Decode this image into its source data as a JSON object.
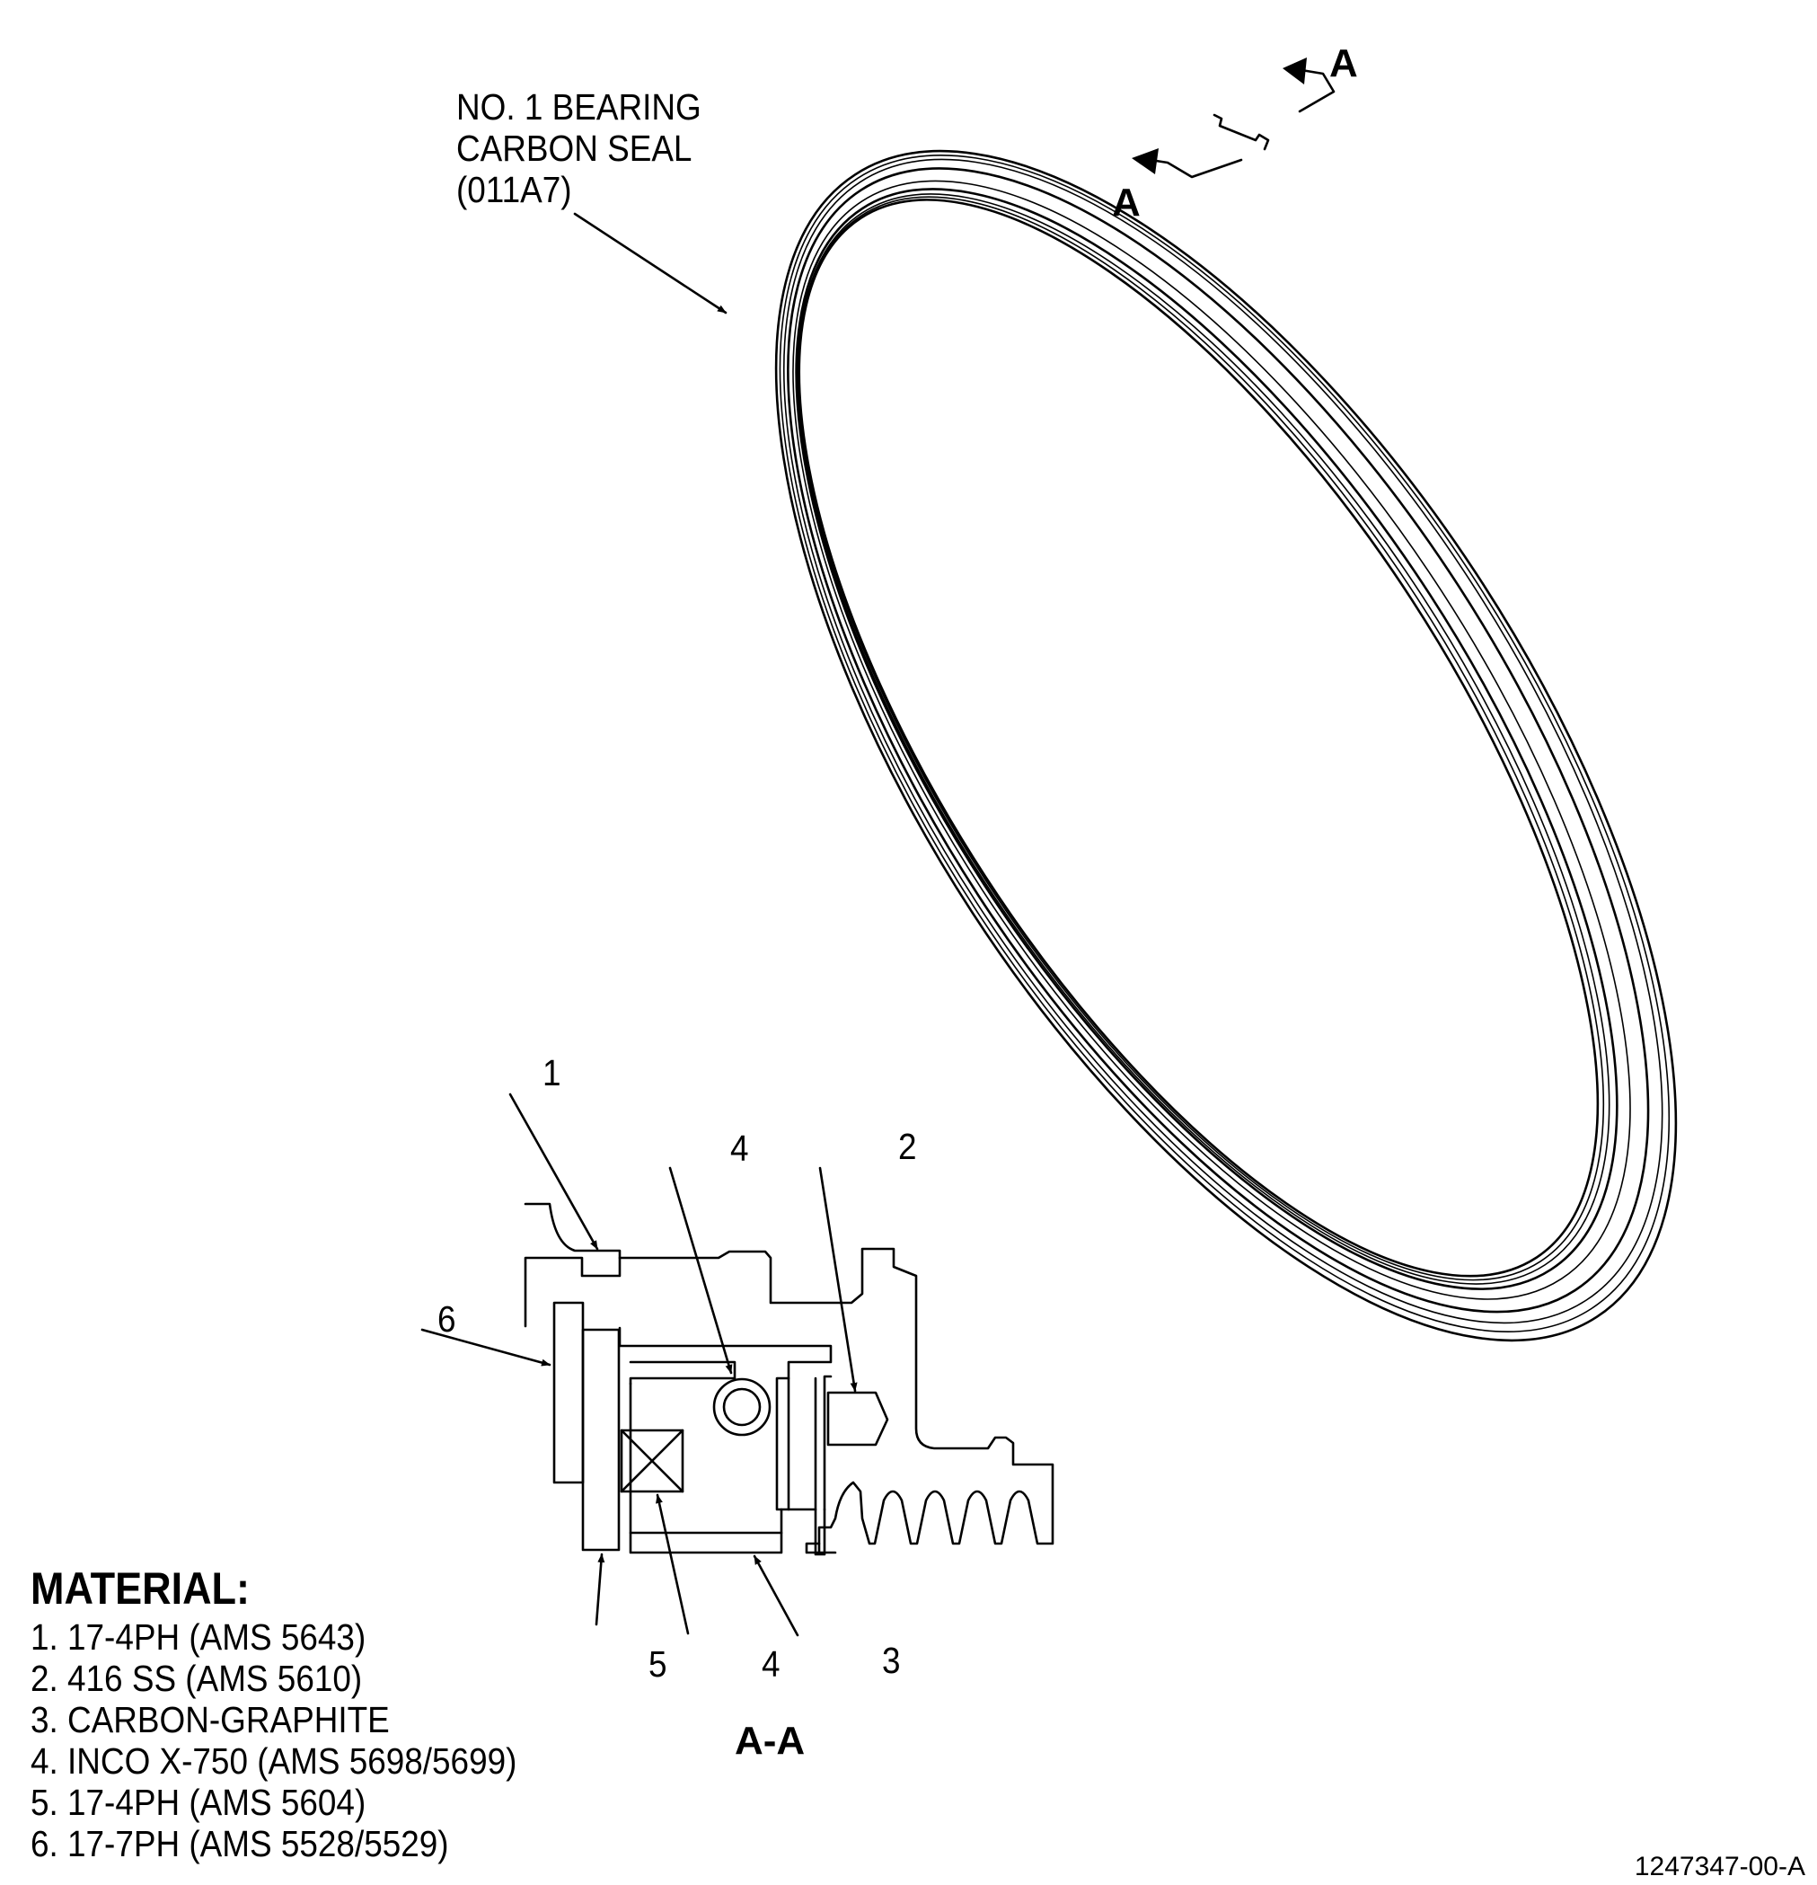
{
  "seal_label": [
    "NO. 1 BEARING",
    "CARBON SEAL",
    "(011A7)"
  ],
  "section_marker": "A",
  "section_title": "A-A",
  "part_callouts": [
    "1",
    "2",
    "3",
    "4",
    "4",
    "5",
    "6"
  ],
  "material": {
    "heading": "MATERIAL:",
    "items": [
      "1. 17-4PH (AMS 5643)",
      "2. 416 SS (AMS 5610)",
      "3. CARBON-GRAPHITE",
      "4. INCO X-750 (AMS 5698/5699)",
      "5. 17-4PH (AMS 5604)",
      "6. 17-7PH (AMS 5528/5529)"
    ]
  },
  "figure_id": "1247347-00-A"
}
